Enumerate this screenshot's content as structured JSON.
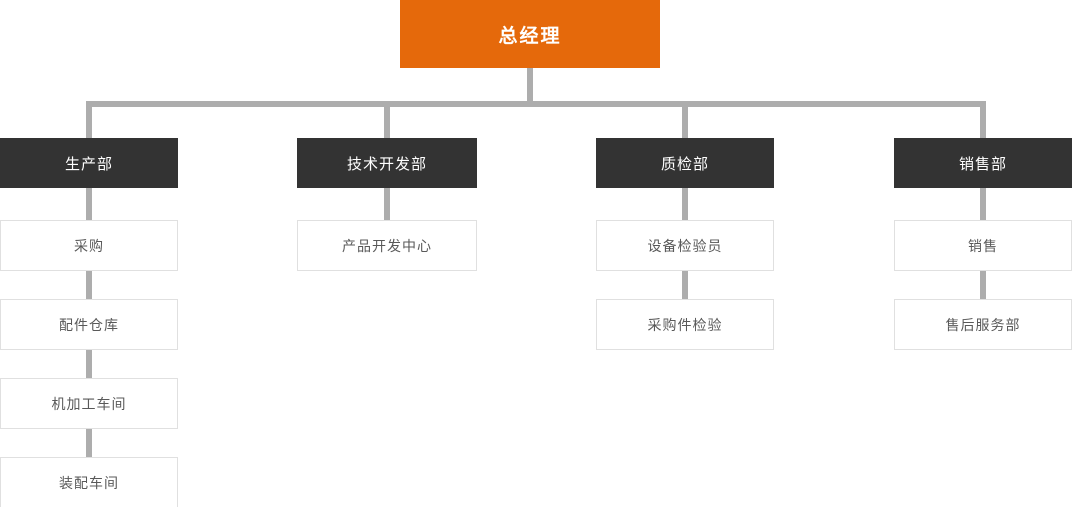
{
  "chart": {
    "type": "org-chart",
    "root": {
      "label": "总经理"
    },
    "departments": [
      {
        "label": "生产部",
        "children": [
          "采购",
          "配件仓库",
          "机加工车间",
          "装配车间"
        ]
      },
      {
        "label": "技术开发部",
        "children": [
          "产品开发中心"
        ]
      },
      {
        "label": "质检部",
        "children": [
          "设备检验员",
          "采购件检验"
        ]
      },
      {
        "label": "销售部",
        "children": [
          "销售",
          "售后服务部"
        ]
      }
    ]
  },
  "colors": {
    "root_bg": "#E5690B",
    "root_text": "#FFFFFF",
    "dept_bg": "#333333",
    "dept_text": "#FFFFFF",
    "child_bg": "#FFFFFF",
    "child_border": "#E0E0E0",
    "child_text": "#595959",
    "connector": "#ADADAD",
    "background": "#FFFFFF"
  }
}
